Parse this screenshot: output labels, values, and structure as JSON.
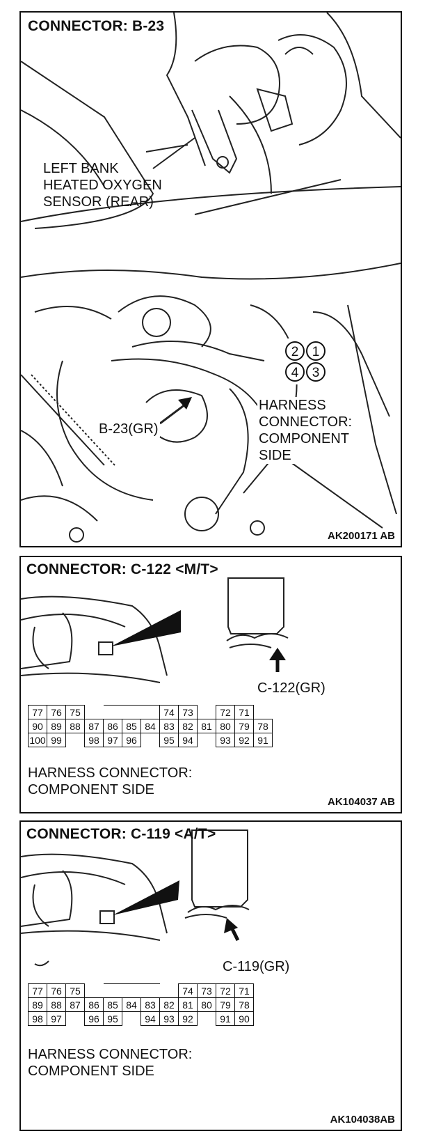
{
  "panel1": {
    "title": "CONNECTOR: B-23",
    "sensor_label": [
      "LEFT BANK",
      "HEATED OXYGEN",
      "SENSOR (REAR)"
    ],
    "location_label": "B-23(GR)",
    "harness_label": [
      "HARNESS",
      "CONNECTOR:",
      "COMPONENT",
      "SIDE"
    ],
    "pins": [
      "2",
      "1",
      "4",
      "3"
    ],
    "code": "AK200171 AB"
  },
  "panel2": {
    "title": "CONNECTOR: C-122 <M/T>",
    "location_label": "C-122(GR)",
    "harness_label": [
      "HARNESS CONNECTOR:",
      "COMPONENT SIDE"
    ],
    "pin_rows": [
      [
        "77",
        "76",
        "75",
        "",
        "",
        "",
        "",
        "74",
        "73",
        "",
        "72",
        "71"
      ],
      [
        "90",
        "89",
        "88",
        "87",
        "86",
        "85",
        "84",
        "83",
        "82",
        "81",
        "80",
        "79",
        "78"
      ],
      [
        "100",
        "99",
        "",
        "98",
        "97",
        "96",
        "",
        "95",
        "94",
        "",
        "93",
        "92",
        "91"
      ]
    ],
    "code": "AK104037 AB"
  },
  "panel3": {
    "title": "CONNECTOR: C-119 <A/T>",
    "location_label": "C-119(GR)",
    "harness_label": [
      "HARNESS CONNECTOR:",
      "COMPONENT SIDE"
    ],
    "pin_rows": [
      [
        "77",
        "76",
        "75",
        "",
        "",
        "",
        "",
        "74",
        "73",
        "72",
        "71"
      ],
      [
        "89",
        "88",
        "87",
        "86",
        "85",
        "84",
        "83",
        "82",
        "81",
        "80",
        "79",
        "78"
      ],
      [
        "98",
        "97",
        "",
        "96",
        "95",
        "",
        "94",
        "93",
        "92",
        "",
        "91",
        "90"
      ]
    ],
    "code": "AK104038AB"
  }
}
